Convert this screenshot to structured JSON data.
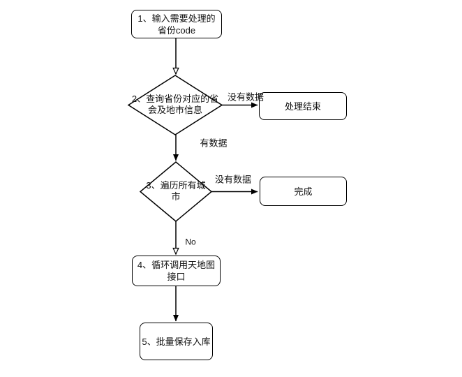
{
  "canvas": {
    "background": "#ffffff",
    "stroke_color": "#000000",
    "text_color": "#111111"
  },
  "nodes": {
    "input_code": {
      "shape": "rounded-rect",
      "label": "1、输入需要处理的省份code"
    },
    "query_province": {
      "shape": "diamond",
      "label": "2、查询省份对应的省会及地市信息"
    },
    "process_end": {
      "shape": "rounded-rect",
      "label": "处理结束"
    },
    "iterate_cities": {
      "shape": "diamond",
      "label": "3、遍历所有城市"
    },
    "done": {
      "shape": "rounded-rect",
      "label": "完成"
    },
    "loop_map_api": {
      "shape": "rounded-rect",
      "label": "4、循环调用天地图接口"
    },
    "batch_save": {
      "shape": "rounded-rect",
      "label": "5、批量保存入库"
    }
  },
  "edges": {
    "input_to_query": {
      "label": ""
    },
    "query_to_process_end": {
      "label": "没有数据"
    },
    "query_to_iterate": {
      "label": "有数据"
    },
    "iterate_to_done": {
      "label": "没有数据"
    },
    "iterate_to_loop": {
      "label": "No"
    },
    "loop_to_save": {
      "label": ""
    }
  }
}
